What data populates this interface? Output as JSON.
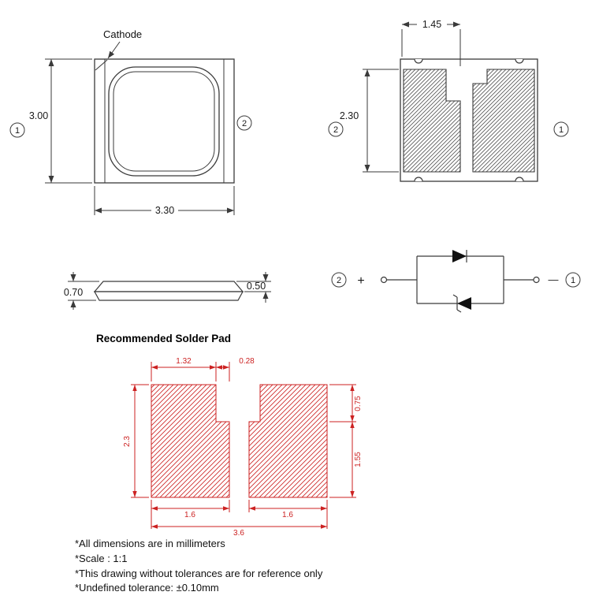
{
  "colors": {
    "line": "#3a3a3a",
    "solder_pad_red": "#cc2222"
  },
  "top_view": {
    "cathode_label": "Cathode",
    "dim_height": "3.00",
    "dim_width": "3.30",
    "pin_left": "1",
    "pin_right": "2"
  },
  "pad_view": {
    "dim_width": "1.45",
    "dim_height": "2.30",
    "pin_left": "2",
    "pin_right": "1"
  },
  "side_view": {
    "dim_left": "0.70",
    "dim_right": "0.50"
  },
  "circuit": {
    "pin_left": "2",
    "plus_sign": "+",
    "minus_sign": "—",
    "pin_right": "1"
  },
  "solder_pad": {
    "title": "Recommended Solder Pad",
    "dim_top_width": "1.32",
    "dim_notch_width": "0.28",
    "dim_height": "2.3",
    "dim_left_pad_width": "1.6",
    "dim_right_pad_width": "1.6",
    "dim_total_width": "3.6",
    "dim_right_top": "0.75",
    "dim_right_bottom": "1.55"
  },
  "notes": [
    "*All dimensions are in millimeters",
    "*Scale : 1:1",
    "*This drawing without tolerances are for reference only",
    "*Undefined tolerance: ±0.10mm"
  ]
}
